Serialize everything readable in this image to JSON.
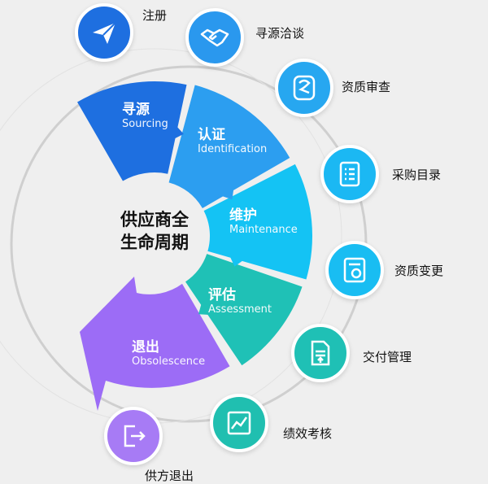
{
  "center_title": {
    "line1": "供应商全",
    "line2": "生命周期"
  },
  "stages": [
    {
      "cn": "寻源",
      "en": "Sourcing",
      "color": "#1e6fe0"
    },
    {
      "cn": "认证",
      "en": "Identification",
      "color": "#2c9ef0"
    },
    {
      "cn": "维护",
      "en": "Maintenance",
      "color": "#14c3f4"
    },
    {
      "cn": "评估",
      "en": "Assessment",
      "color": "#1fc1b6"
    },
    {
      "cn": "退出",
      "en": "Obsolescence",
      "color": "#9c6cf6"
    }
  ],
  "steps": [
    {
      "label": "注册",
      "icon": "paper-plane",
      "color": "#1e6fe0"
    },
    {
      "label": "寻源洽谈",
      "icon": "handshake",
      "color": "#2a98ee"
    },
    {
      "label": "资质审查",
      "icon": "certificate",
      "color": "#27a7f0"
    },
    {
      "label": "采购目录",
      "icon": "list",
      "color": "#1bb8f3"
    },
    {
      "label": "资质变更",
      "icon": "refresh-document",
      "color": "#19bdf2"
    },
    {
      "label": "交付管理",
      "icon": "upload-document",
      "color": "#1fc0b5"
    },
    {
      "label": "绩效考核",
      "icon": "chart",
      "color": "#20bfb0"
    },
    {
      "label": "供方退出",
      "icon": "exit",
      "color": "#a77bf5"
    }
  ]
}
